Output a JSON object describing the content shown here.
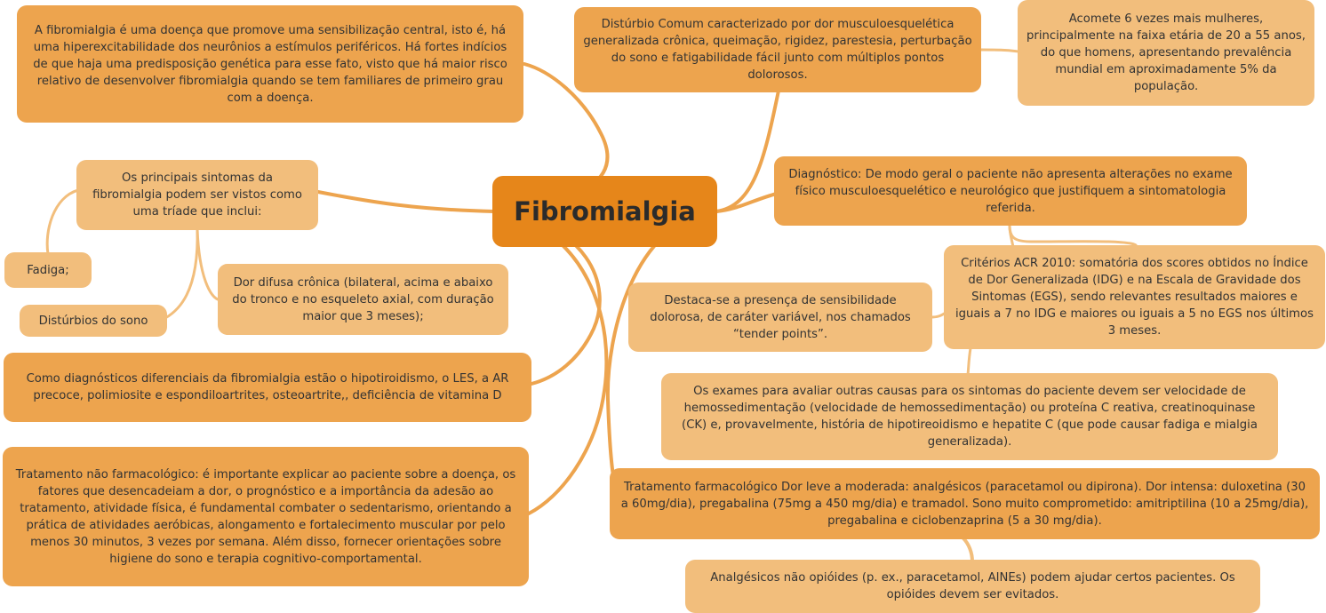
{
  "colors": {
    "center": "#E6861A",
    "primary_node": "#EDA44E",
    "secondary_node": "#F2BE7C",
    "link": "#EDA44E",
    "link_light": "#F2BE7C"
  },
  "center": {
    "title": "Fibromialgia"
  },
  "nodes": {
    "definition": "A fibromialgia é uma doença que promove uma sensibilização central, isto é, há uma hiperexcitabilidade dos neurônios a estímulos periféricos. Há fortes indícios de que haja uma predisposição genética para esse fato, visto que há maior risco relativo de desenvolver fibromialgia quando se tem familiares de primeiro grau com a doença.",
    "symptoms": "Os principais sintomas da fibromialgia podem ser vistos como uma tríade que inclui:",
    "fatigue": "Fadiga;",
    "sleep": "Distúrbios do sono",
    "pain": "Dor difusa crônica (bilateral, acima e abaixo do tronco e no esqueleto axial, com duração maior que 3 meses);",
    "differential": "Como diagnósticos diferenciais da fibromialgia estão o hipotiroidismo, o LES, a AR precoce, polimiosite e espondiloartrites, osteoartrite,, deficiência de vitamina D",
    "non_pharm": "Tratamento não farmacológico: é importante explicar ao paciente sobre a doença, os fatores que desencadeiam a dor, o prognóstico e a importância da adesão ao tratamento, atividade física, é fundamental combater o sedentarismo, orientando a prática de atividades aeróbicas, alongamento e fortalecimento muscular por pelo menos 30 minutos, 3 vezes por semana. Além disso, fornecer orientações sobre higiene do sono e terapia cognitivo-comportamental.",
    "disorder": "Distúrbio Comum caracterizado por dor musculoesquelética generalizada crônica, queimação, rigidez, parestesia, perturbação do sono e fatigabilidade fácil junto com múltiplos pontos dolorosos.",
    "epidemiology": "Acomete 6 vezes mais mulheres, principalmente na faixa etária de 20 a 55 anos, do que homens, apresentando prevalência mundial em aproximadamente 5% da população.",
    "diagnosis": "Diagnóstico: De modo geral o paciente não apresenta alterações no exame físico musculoesquelético e neurológico que justifiquem a sintomatologia referida.",
    "criteria": "Critérios ACR 2010: somatória dos scores obtidos no Índice de Dor Generalizada (IDG) e na Escala de Gravidade dos Sintomas (EGS), sendo relevantes resultados maiores e iguais a 7 no IDG e maiores ou iguais a 5 no EGS nos últimos 3 meses.",
    "tender": "Destaca-se a presença de sensibilidade dolorosa, de caráter variável, nos chamados “tender points”.",
    "exams": "Os exames para avaliar outras causas para os sintomas do paciente devem ser velocidade de hemossedimentação (velocidade de hemossedimentação) ou proteína C reativa, creatinoquinase (CK) e, provavelmente, história de hipotireoidismo e hepatite C (que pode causar fadiga e mialgia generalizada).",
    "pharm": "Tratamento farmacológico Dor leve a moderada: analgésicos (paracetamol ou dipirona). Dor intensa: duloxetina (30 a 60mg/dia), pregabalina (75mg a 450 mg/dia) e tramadol. Sono muito comprometido: amitriptilina (10 a 25mg/dia), pregabalina e ciclobenzaprina (5 a 30 mg/dia).",
    "analgesics": "Analgésicos não opióides (p. ex., paracetamol, AINEs) podem ajudar certos pacientes. Os opióides devem ser evitados."
  }
}
